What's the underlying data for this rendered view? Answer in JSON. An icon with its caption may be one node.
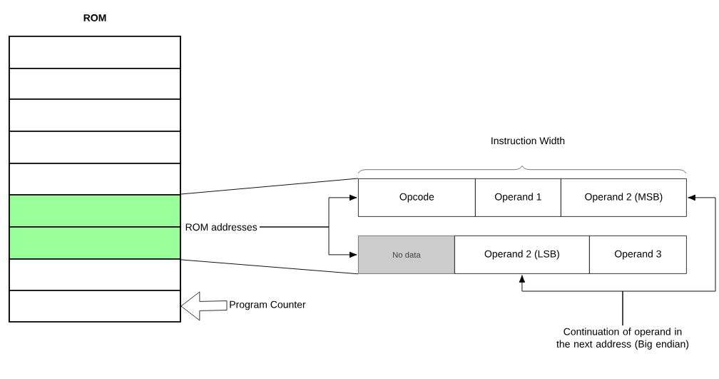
{
  "diagram": {
    "title": "ROM",
    "nodes": [
      {
        "text": [],
        "shape": "box"
      },
      {
        "text": [],
        "shape": "box"
      },
      {
        "text": [],
        "shape": "box"
      },
      {
        "text": [],
        "shape": "box"
      },
      {
        "text": [],
        "shape": "box"
      },
      {
        "text": [],
        "shape": "box"
      },
      {
        "text": [],
        "shape": "box"
      },
      {
        "text": [],
        "shape": "box"
      },
      {
        "text": [],
        "shape": "box"
      },
      {
        "text": [
          "Opcode"
        ]
      },
      {
        "text": [
          "Operand 1"
        ]
      },
      {
        "text": [
          "Operand 2 (MSB)"
        ]
      },
      {
        "text": [
          "No data"
        ]
      },
      {
        "text": [
          "Operand 2 (LSB)"
        ]
      },
      {
        "text": [
          "Operand 3"
        ]
      },
      {
        "text": [
          "ROM addresses"
        ]
      },
      {
        "text": [
          "Program Counter"
        ]
      },
      {
        "text": [
          "Continuation of operand in the next address (Big endian)"
        ]
      }
    ],
    "edges": [
      {
        "from": 5,
        "to": 9,
        "arrow": "none"
      },
      {
        "from": 6,
        "to": 12,
        "arrow": "none"
      },
      {
        "from": 15,
        "to": 9,
        "arrow": "to"
      },
      {
        "from": 15,
        "to": 12,
        "arrow": "to"
      },
      {
        "from": 16,
        "to": 8,
        "arrow": "to",
        "style": "thick"
      },
      {
        "from": 17,
        "to": 13,
        "arrow": "to"
      },
      {
        "from": 17,
        "to": 11,
        "arrow": "to"
      }
    ],
    "labels": [
      "Instruction Width"
    ]
  }
}
